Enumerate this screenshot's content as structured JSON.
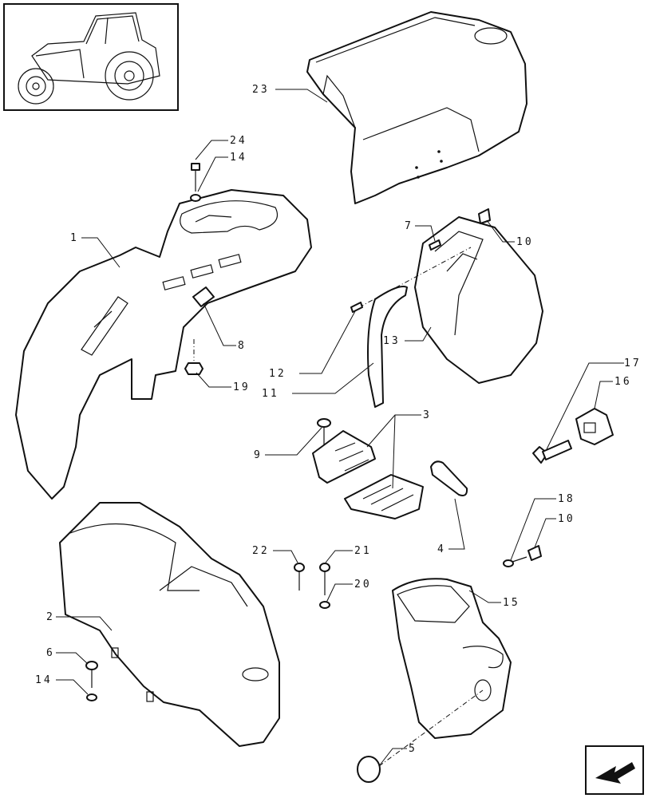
{
  "diagram": {
    "callouts": {
      "p1": "1",
      "p2": "2",
      "p3": "3",
      "p4": "4",
      "p5": "5",
      "p6": "6",
      "p7": "7",
      "p8": "8",
      "p9": "9",
      "p10a": "10",
      "p10b": "10",
      "p11": "11",
      "p12": "12",
      "p13": "13",
      "p14a": "14",
      "p14b": "14",
      "p15": "15",
      "p16": "16",
      "p17": "17",
      "p18": "18",
      "p19": "19",
      "p20": "20",
      "p21": "21",
      "p22": "22",
      "p23": "23",
      "p24": "24"
    }
  },
  "icons": {
    "thumbnail": "tractor-thumbnail-icon",
    "navigation": "next-page-arrow-icon"
  },
  "colors": {
    "line": "#111111",
    "background": "#ffffff"
  }
}
